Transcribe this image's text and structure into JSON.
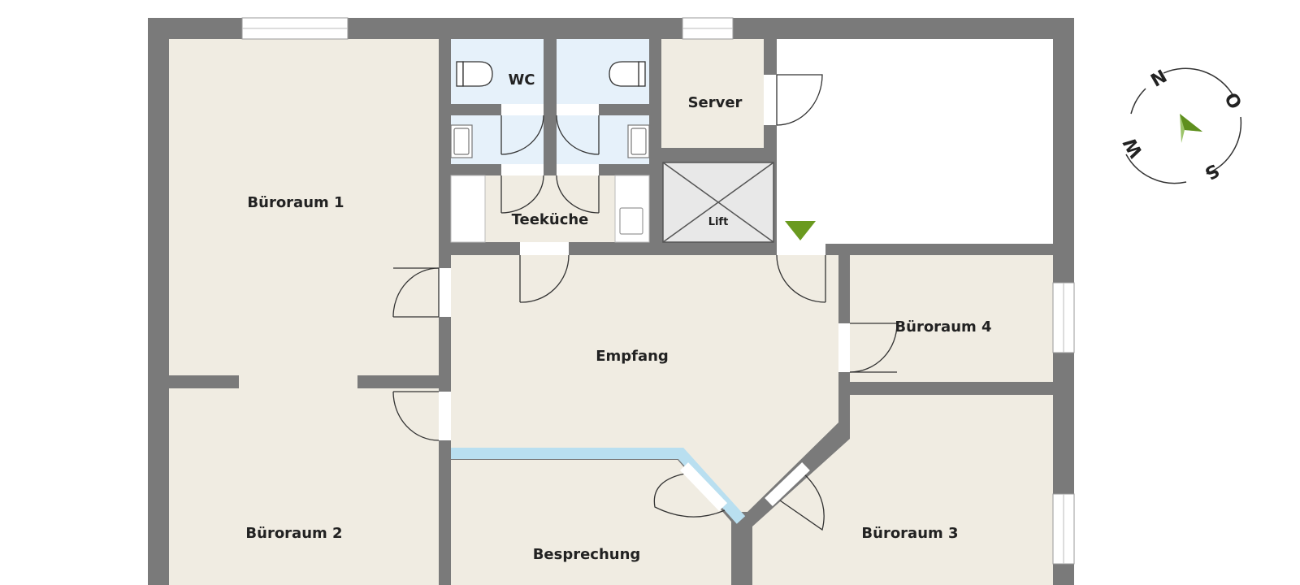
{
  "rooms": {
    "buero1": "Büroraum 1",
    "buero2": "Büroraum 2",
    "buero3": "Büroraum 3",
    "buero4": "Büroraum 4",
    "wc": "WC",
    "server": "Server",
    "teekueche": "Teeküche",
    "lift": "Lift",
    "empfang": "Empfang",
    "besprechung": "Besprechung"
  },
  "compass": {
    "n": "N",
    "o": "O",
    "s": "S",
    "w": "W"
  },
  "colors": {
    "wall": "#7a7a7a",
    "floor": "#f0ece2",
    "wet_room": "#e6f1fa",
    "glass": "#b9dff0",
    "lift": "#e8e8e8",
    "marker": "#6a9a1f"
  }
}
